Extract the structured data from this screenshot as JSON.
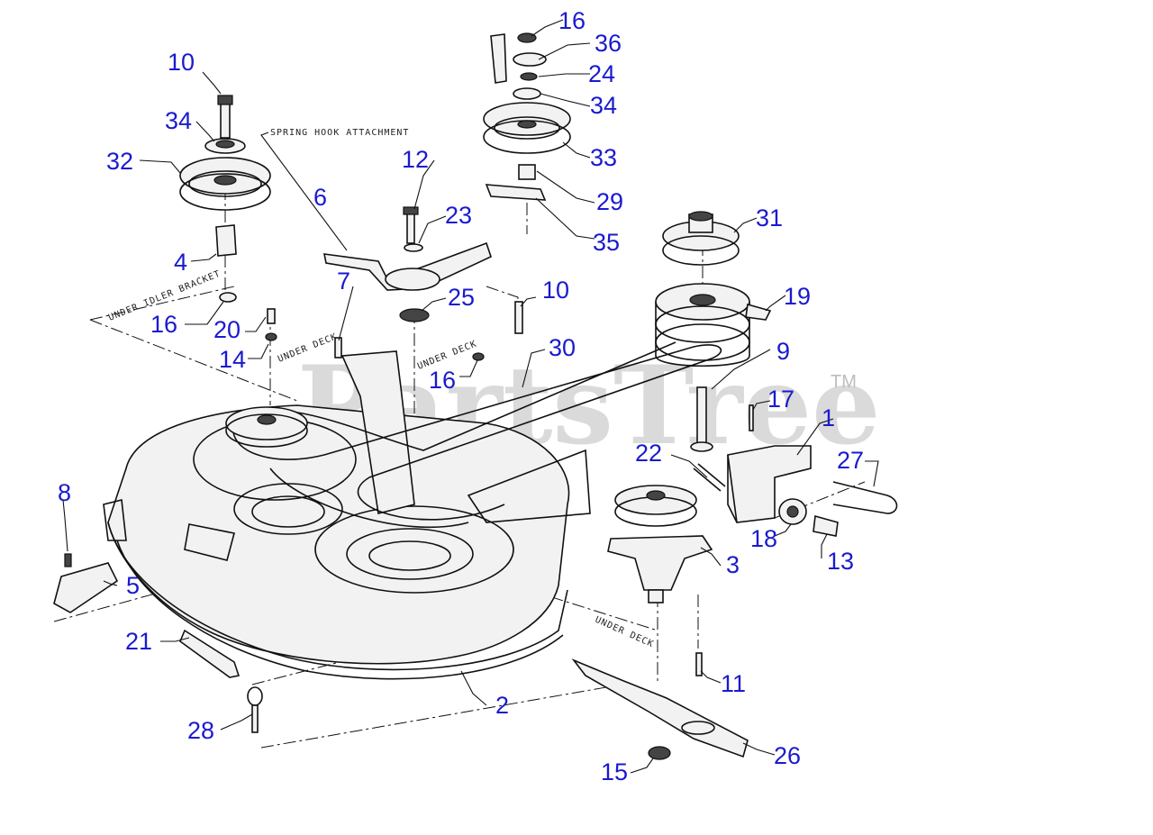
{
  "watermark": {
    "text": "PartsTree",
    "tm": "TM"
  },
  "notes": {
    "spring_hook": "SPRING HOOK ATTACHMENT",
    "under_idler": "UNDER IDLER BRACKET",
    "under_deck_1": "UNDER DECK",
    "under_deck_2": "UNDER DECK",
    "under_deck_3": "UNDER DECK"
  },
  "callouts": {
    "p1": "1",
    "p2": "2",
    "p3": "3",
    "p4": "4",
    "p5": "5",
    "p6": "6",
    "p7": "7",
    "p8": "8",
    "p9": "9",
    "p10a": "10",
    "p10b": "10",
    "p11": "11",
    "p12": "12",
    "p13": "13",
    "p14": "14",
    "p15": "15",
    "p16a": "16",
    "p16b": "16",
    "p16c": "16",
    "p17": "17",
    "p18": "18",
    "p19": "19",
    "p20": "20",
    "p21": "21",
    "p22": "22",
    "p23": "23",
    "p24": "24",
    "p25": "25",
    "p26": "26",
    "p27": "27",
    "p28": "28",
    "p29": "29",
    "p30": "30",
    "p31": "31",
    "p32": "32",
    "p33": "33",
    "p34a": "34",
    "p34b": "34",
    "p35": "35",
    "p36": "36"
  },
  "colors": {
    "callout": "#1a1ad0",
    "line": "#111111",
    "watermark": "#bdbdbd"
  }
}
